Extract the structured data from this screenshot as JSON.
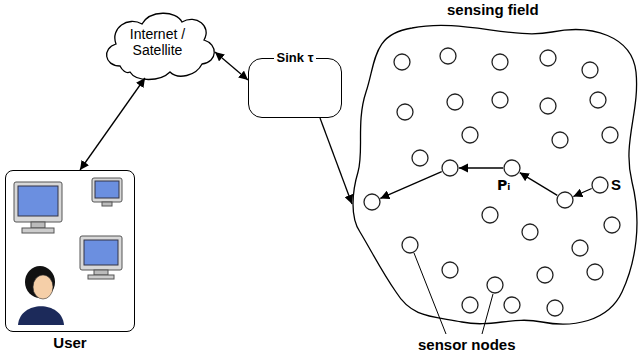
{
  "diagram": {
    "nodes": [
      {
        "text": [
          "Internet / Satellite"
        ]
      },
      {
        "text": [
          "Sink τ"
        ]
      },
      {
        "text": [
          "sensing field"
        ]
      },
      {
        "text": [
          "User"
        ]
      }
    ],
    "edges": [
      {
        "from": 3,
        "to": 0,
        "arrow": "both"
      },
      {
        "from": 0,
        "to": 1,
        "arrow": "both"
      },
      {
        "from": 1,
        "to": 2,
        "arrow": "to"
      }
    ],
    "labels": [
      "Pᵢ",
      "S",
      "sensor nodes"
    ]
  }
}
